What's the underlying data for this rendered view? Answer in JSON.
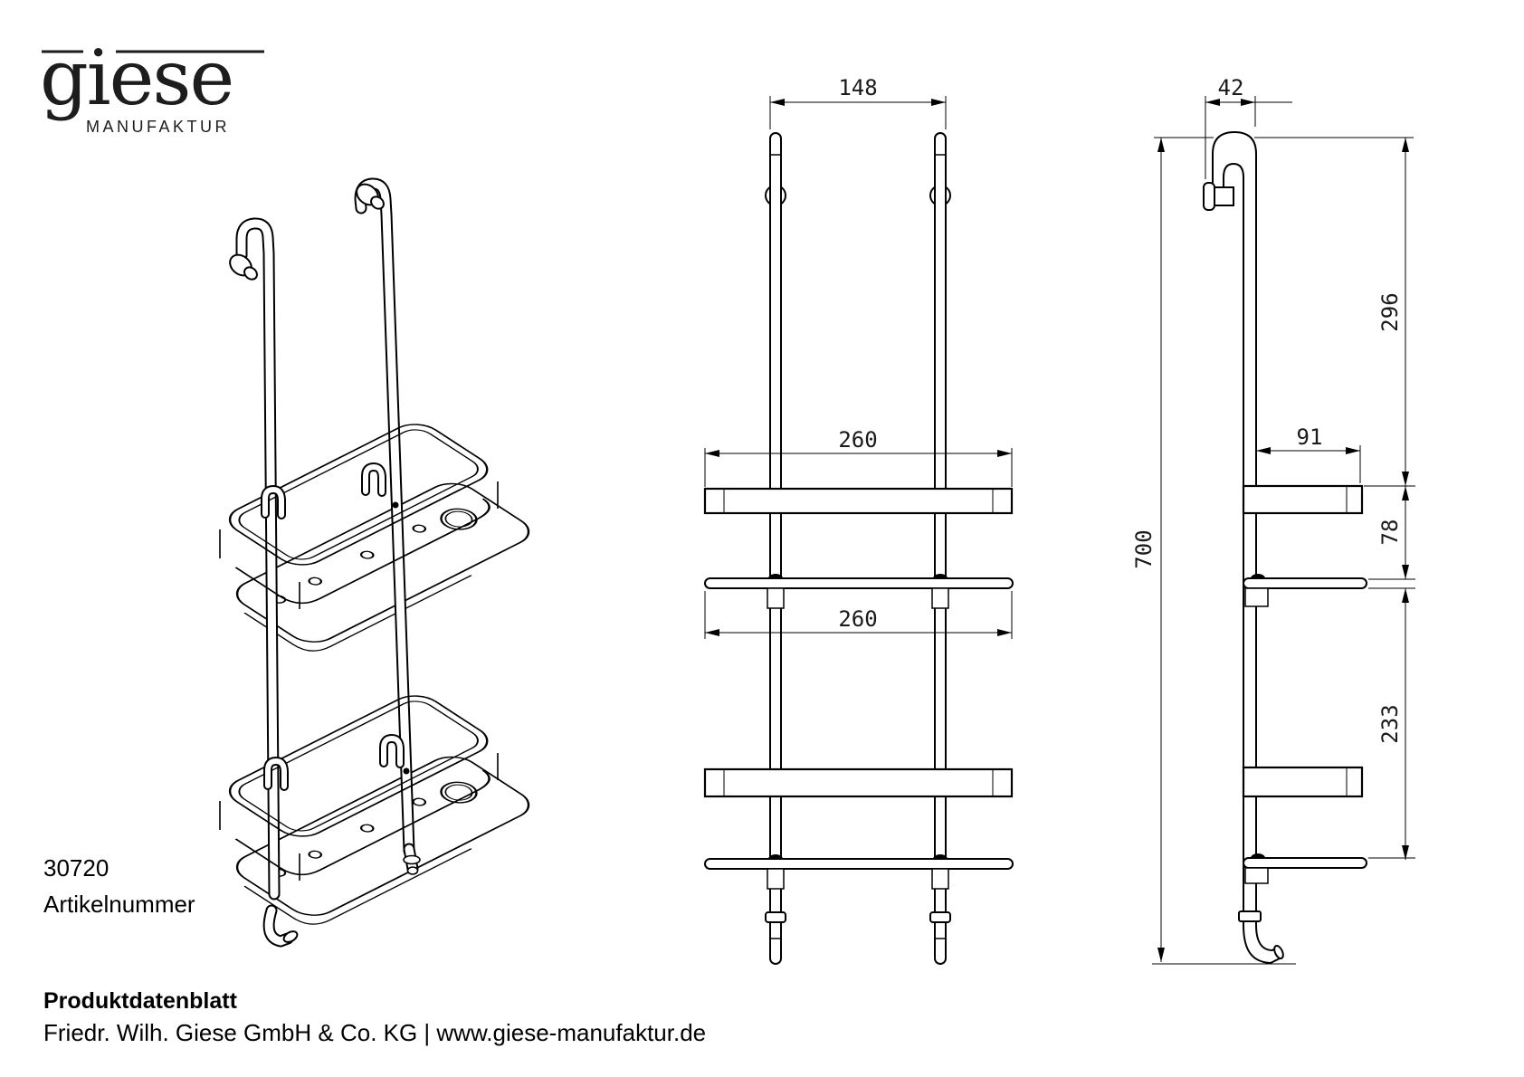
{
  "page": {
    "bg_color": "#ffffff",
    "line_color": "#000000"
  },
  "logo": {
    "brand": "giese",
    "subtitle": "MANUFAKTUR"
  },
  "article": {
    "number": "30720",
    "label": "Artikelnummer"
  },
  "footer": {
    "doc_title": "Produktdatenblatt",
    "company_line": "Friedr. Wilh. Giese GmbH & Co. KG | www.giese-manufaktur.de"
  },
  "drawing": {
    "dimensions_mm": {
      "rail_hook_spacing": "148",
      "upper_basket_width": "260",
      "lower_basket_width": "260",
      "hook_width": "42",
      "hook_to_upper_basket": "296",
      "basket_depth": "91",
      "upper_basket_to_shelf": "78",
      "shelf_to_shelf": "233",
      "overall_height": "700"
    }
  }
}
